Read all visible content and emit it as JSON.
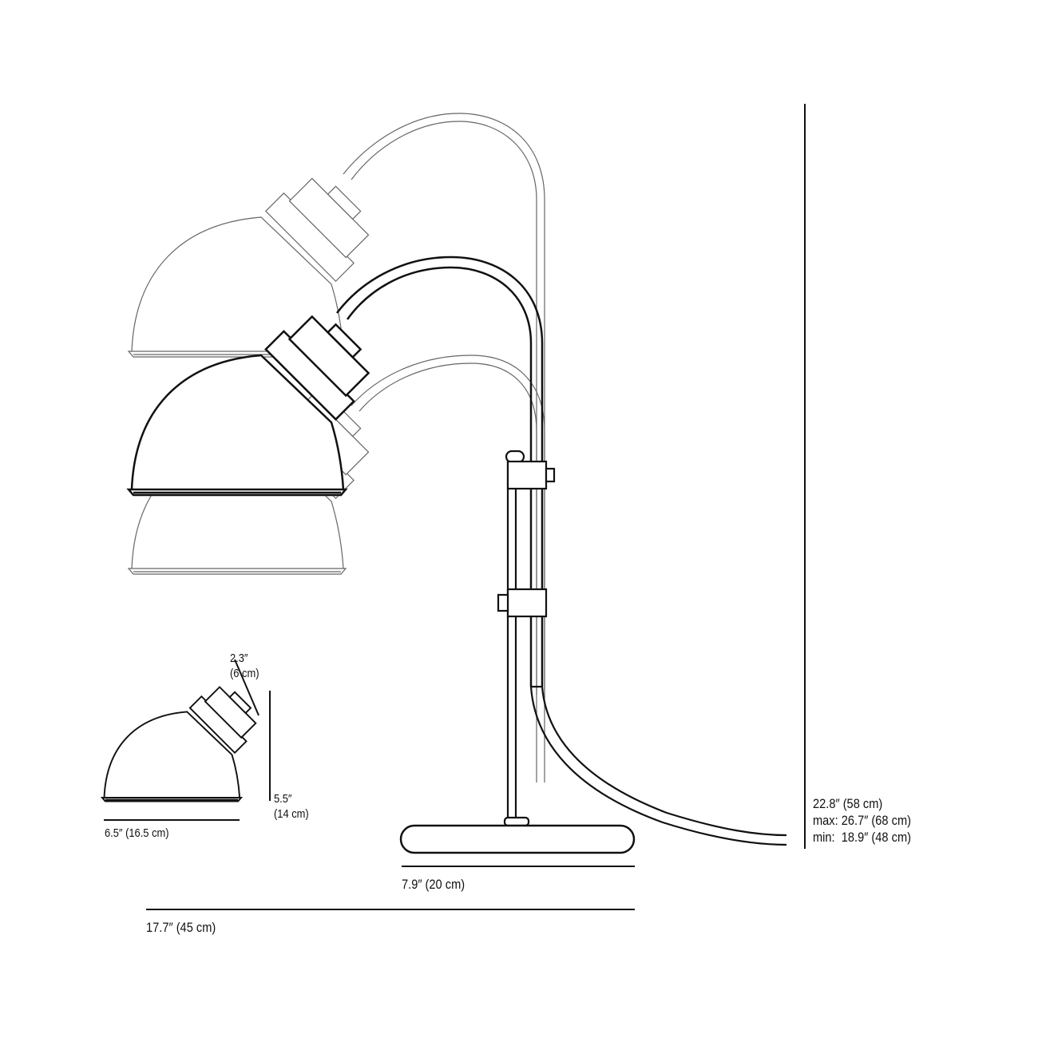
{
  "dimensions": {
    "socket": {
      "line1": "2.3″",
      "line2": "(6 cm)"
    },
    "shade_height": {
      "line1": "5.5″",
      "line2": "(14 cm)"
    },
    "shade_width": "6.5″ (16.5 cm)",
    "base_width": "7.9″ (20 cm)",
    "total_reach": "17.7″ (45 cm)",
    "height": {
      "nominal": "22.8″ (58 cm)",
      "max": "max: 26.7″ (68 cm)",
      "min": "min:  18.9″ (48 cm)"
    }
  },
  "colors": {
    "line": "#111111",
    "faded_line": "#666666"
  }
}
